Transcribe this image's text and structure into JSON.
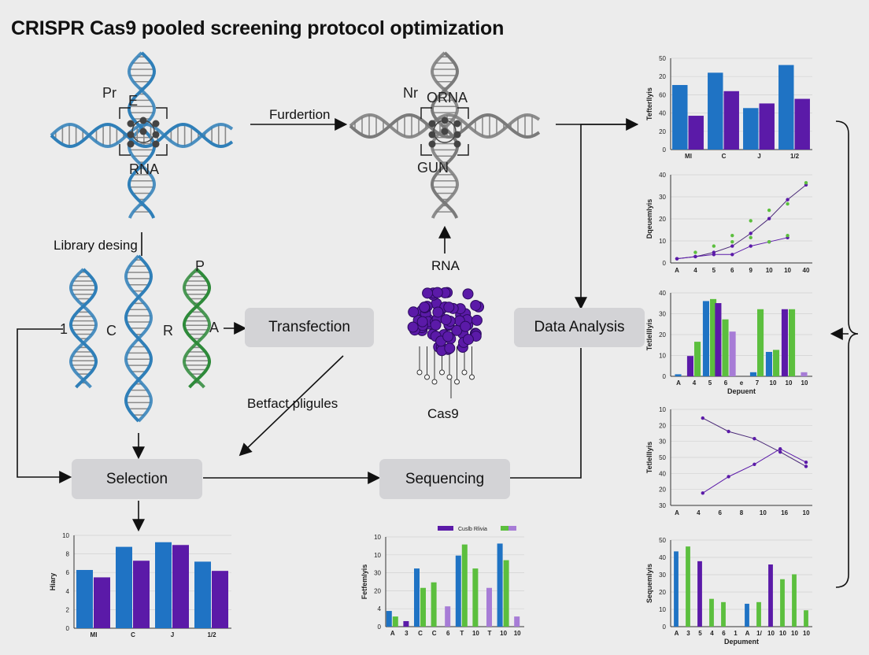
{
  "title": "CRISPR Cas9 pooled screening protocol optimization",
  "nodes": {
    "transfection": "Transfection",
    "selection": "Selection",
    "sequencing": "Sequencing",
    "data_analysis": "Data Analysis"
  },
  "labels": {
    "library_design": "Library desing",
    "furdertion": "Furdertion",
    "rna": "RNA",
    "cas9": "Cas9",
    "betfact": "Betfact pligules",
    "dna1_top": "Pr",
    "dna1_e": "E",
    "dna1_bottom": "RNA",
    "dna2_top": "Nr",
    "dna2_rna": "ORNA",
    "dna2_bottom": "GUN",
    "lib_p": "P",
    "lib_1": "1",
    "lib_c": "C",
    "lib_r": "R",
    "lib_a": "A"
  },
  "colors": {
    "blue": "#1f73c4",
    "purple": "#5b1aa8",
    "green": "#5cbf3e",
    "lavender": "#a77cd6",
    "dna_blue": "#2f7fb8",
    "dna_grey": "#7a7a7a",
    "dna_green": "#2e8a3a",
    "box": "#d3d3d6"
  },
  "chart_data": [
    {
      "id": "right-1",
      "type": "bar",
      "ylabel": "Tefterllyis",
      "ytick_labels": [
        "0",
        "20",
        "40",
        "60",
        "20",
        "50"
      ],
      "categories": [
        "MI",
        "C",
        "J",
        "1/2"
      ],
      "series": [
        {
          "values": [
            42,
            50,
            27,
            55
          ]
        },
        {
          "values": [
            22,
            38,
            30,
            33
          ]
        }
      ]
    },
    {
      "id": "right-2",
      "type": "scatter",
      "ylabel": "Dqeuemlyis",
      "ytick_labels": [
        "0",
        "10",
        "20",
        "30",
        "40"
      ],
      "xtick_labels": [
        "A",
        "4",
        "5",
        "6",
        "9",
        "10",
        "10",
        "40"
      ],
      "series": [
        {
          "x": [
            0,
            1,
            2,
            3,
            4,
            5,
            6,
            7
          ],
          "y": [
            2,
            3,
            5,
            8,
            14,
            21,
            30,
            37
          ],
          "line": true
        },
        {
          "x": [
            0,
            1,
            2,
            3,
            4,
            5,
            6
          ],
          "y": [
            2,
            3,
            4,
            4,
            8,
            10,
            12
          ],
          "line": true
        },
        {
          "x": [
            1,
            2,
            3,
            3,
            4,
            4,
            5,
            5,
            6,
            6,
            7
          ],
          "y": [
            5,
            8,
            10,
            13,
            12,
            20,
            10,
            25,
            13,
            28,
            38
          ],
          "line": false
        }
      ]
    },
    {
      "id": "right-3",
      "type": "bar",
      "ylabel": "Tetlelllyis",
      "xlabel": "Depuent",
      "ytick_labels": [
        "0",
        "10",
        "20",
        "30",
        "40"
      ],
      "categories": [
        "A",
        "4",
        "5",
        "6",
        "e",
        "7",
        "10",
        "10",
        "10"
      ],
      "series": [
        {
          "values": [
            1,
            0,
            37,
            0,
            0,
            2,
            12,
            0,
            0
          ]
        },
        {
          "values": [
            0,
            10,
            0,
            36,
            0,
            0,
            0,
            33,
            0
          ]
        },
        {
          "values": [
            0,
            17,
            38,
            28,
            0,
            33,
            13,
            33,
            0
          ]
        },
        {
          "values": [
            0,
            0,
            0,
            22,
            0,
            0,
            0,
            0,
            2
          ]
        }
      ]
    },
    {
      "id": "right-4",
      "type": "scatter",
      "ylabel": "Tetlelllyis",
      "ytick_labels": [
        "30",
        "20",
        "40",
        "50",
        "30",
        "20",
        "10"
      ],
      "xtick_labels": [
        "A",
        "4",
        "6",
        "8",
        "10",
        "16",
        "10"
      ],
      "series": [
        {
          "x": [
            1,
            2,
            3,
            4,
            5
          ],
          "y": [
            85,
            72,
            65,
            52,
            38
          ],
          "line": true
        },
        {
          "x": [
            1,
            2,
            3,
            4,
            5
          ],
          "y": [
            12,
            28,
            40,
            55,
            42
          ],
          "line": true
        }
      ]
    },
    {
      "id": "right-5",
      "type": "bar",
      "ylabel": "Sequemlyis",
      "xlabel": "Depument",
      "ytick_labels": [
        "0",
        "10",
        "20",
        "30",
        "40",
        "50"
      ],
      "categories": [
        "A",
        "3",
        "5",
        "4",
        "6",
        "1",
        "A",
        "1/",
        "10",
        "10",
        "10",
        "10"
      ],
      "series": [
        {
          "values": [
            46,
            0,
            0,
            0,
            0,
            0,
            14,
            0,
            0,
            0,
            0,
            0
          ]
        },
        {
          "values": [
            0,
            0,
            40,
            0,
            0,
            0,
            0,
            0,
            38,
            0,
            0,
            0
          ]
        },
        {
          "values": [
            0,
            49,
            0,
            17,
            15,
            0,
            0,
            15,
            0,
            29,
            32,
            10
          ]
        }
      ]
    },
    {
      "id": "bottom-left",
      "type": "bar",
      "ylabel": "Hiary",
      "ytick_labels": [
        "0",
        "2",
        "4",
        "6",
        "8",
        "10"
      ],
      "categories": [
        "MI",
        "C",
        "J",
        "1/2"
      ],
      "series": [
        {
          "values": [
            6.3,
            8.8,
            9.3,
            7.2
          ]
        },
        {
          "values": [
            5.5,
            7.3,
            9.0,
            6.2
          ]
        }
      ]
    },
    {
      "id": "bottom-mid",
      "type": "bar",
      "ylabel": "Fetfemlyis",
      "legend": [
        "Cuslb Rlivia"
      ],
      "ytick_labels": [
        "0",
        "4",
        "20",
        "30",
        "10",
        "10"
      ],
      "categories": [
        "A",
        "3",
        "C",
        "C",
        "6",
        "T",
        "10",
        "T",
        "10",
        "10"
      ],
      "series": [
        {
          "values": [
            17,
            0,
            63,
            0,
            0,
            77,
            0,
            0,
            90,
            0
          ]
        },
        {
          "values": [
            0,
            6,
            0,
            0,
            0,
            0,
            0,
            0,
            0,
            0
          ]
        },
        {
          "values": [
            11,
            0,
            42,
            48,
            0,
            89,
            63,
            0,
            72,
            0
          ]
        },
        {
          "values": [
            0,
            0,
            0,
            0,
            22,
            0,
            0,
            42,
            0,
            11
          ]
        }
      ]
    }
  ]
}
